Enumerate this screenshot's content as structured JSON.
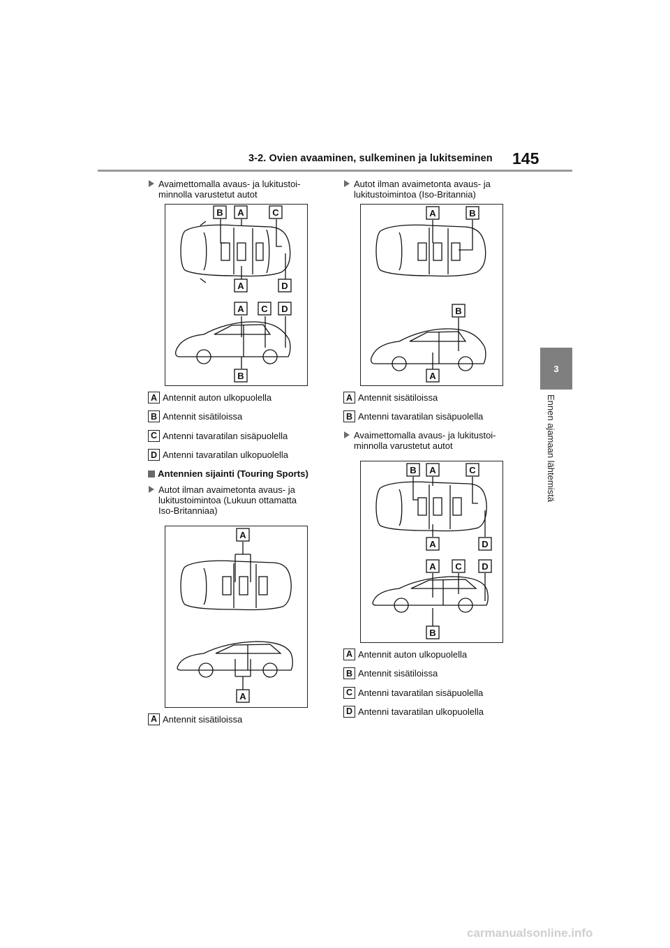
{
  "header": {
    "title": "3-2. Ovien avaaminen, sulkeminen ja lukitseminen",
    "page_number": "145"
  },
  "chapter": {
    "number": "3",
    "side_label": "Ennen ajamaan lähtemistä"
  },
  "left_column": {
    "bullet1": {
      "line1": "Avaimettomalla avaus- ja lukitustoi-",
      "line2": "minnolla varustetut autot"
    },
    "figure1": {
      "top": {
        "labels": [
          "B",
          "A",
          "C",
          "A",
          "D"
        ]
      },
      "side": {
        "labels": [
          "A",
          "C",
          "D",
          "B"
        ]
      }
    },
    "legend1": [
      {
        "badge": "A",
        "text": "Antennit auton ulkopuolella"
      },
      {
        "badge": "B",
        "text": "Antennit sisätiloissa"
      },
      {
        "badge": "C",
        "text": "Antenni tavaratilan sisäpuolella"
      },
      {
        "badge": "D",
        "text": "Antenni tavaratilan ulkopuolella"
      }
    ],
    "section_heading": "Antennien sijainti (Touring Sports)",
    "bullet2": {
      "line1": "Autot ilman avaimetonta avaus- ja",
      "line2": "lukitustoimintoa (Lukuun ottamatta",
      "line3": "Iso-Britanniaa)"
    },
    "figure2": {
      "labels": [
        "A",
        "A"
      ]
    },
    "legend2": [
      {
        "badge": "A",
        "text": "Antennit sisätiloissa"
      }
    ]
  },
  "right_column": {
    "bullet1": {
      "line1": "Autot ilman avaimetonta avaus- ja",
      "line2": "lukitustoimintoa (Iso-Britannia)"
    },
    "figure1": {
      "top": {
        "labels": [
          "A",
          "B"
        ]
      },
      "side": {
        "labels": [
          "B",
          "A"
        ]
      }
    },
    "legend1": [
      {
        "badge": "A",
        "text": "Antennit sisätiloissa"
      },
      {
        "badge": "B",
        "text": "Antenni tavaratilan sisäpuolella"
      }
    ],
    "bullet2": {
      "line1": "Avaimettomalla avaus- ja lukitustoi-",
      "line2": "minnolla varustetut autot"
    },
    "figure2": {
      "top": {
        "labels": [
          "B",
          "A",
          "C",
          "A",
          "D"
        ]
      },
      "side": {
        "labels": [
          "A",
          "C",
          "D",
          "B"
        ]
      }
    },
    "legend2": [
      {
        "badge": "A",
        "text": "Antennit auton ulkopuolella"
      },
      {
        "badge": "B",
        "text": "Antennit sisätiloissa"
      },
      {
        "badge": "C",
        "text": "Antenni tavaratilan sisäpuolella"
      },
      {
        "badge": "D",
        "text": "Antenni tavaratilan ulkopuolella"
      }
    ]
  },
  "watermark": "carmanualsonline.info"
}
